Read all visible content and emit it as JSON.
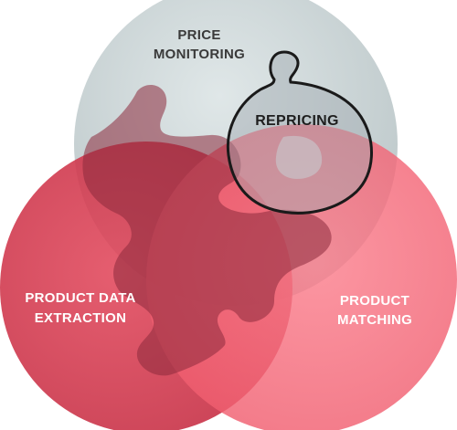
{
  "diagram": {
    "labels": {
      "price_line1": "PRICE",
      "price_line2": "MONITORING",
      "repricing": "REPRICING",
      "extraction_line1": "PRODUCT DATA",
      "extraction_line2": "EXTRACTION",
      "matching_line1": "PRODUCT",
      "matching_line2": "MATCHING"
    },
    "colors": {
      "price_monitoring": "#c9d3d5",
      "product_data_extraction": "#d7334b",
      "product_matching": "#f56a7a",
      "overlap_puzzle": "#8c2a3c",
      "repricing_outline": "#1a1a1a",
      "label_dark": "#3a3a3a",
      "label_light": "#ffffff"
    }
  }
}
